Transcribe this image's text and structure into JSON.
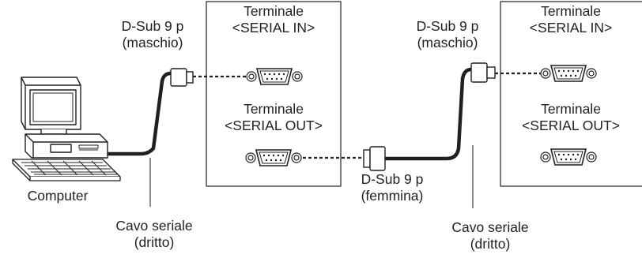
{
  "labels": {
    "dsub_left": {
      "line1": "D-Sub 9 p",
      "line2": "(maschio)"
    },
    "projector1_in": {
      "line1": "Terminale",
      "line2": "<SERIAL IN>"
    },
    "projector1_out": {
      "line1": "Terminale",
      "line2": "<SERIAL OUT>"
    },
    "dsub_middle": {
      "line1": "D-Sub 9 p",
      "line2": "(maschio)"
    },
    "projector2_in": {
      "line1": "Terminale",
      "line2": "<SERIAL IN>"
    },
    "projector2_out": {
      "line1": "Terminale",
      "line2": "<SERIAL OUT>"
    },
    "computer": "Computer",
    "cable_left": {
      "line1": "Cavo seriale",
      "line2": "(dritto)"
    },
    "dsub_female": {
      "line1": "D-Sub 9 p",
      "line2": "(femmina)"
    },
    "cable_right": {
      "line1": "Cavo seriale",
      "line2": "(dritto)"
    }
  },
  "colors": {
    "stroke": "#231f20",
    "fill": "#ffffff"
  },
  "icons": [
    "computer-icon",
    "keyboard-icon",
    "db9-connector-icon",
    "cable-plug-icon"
  ]
}
